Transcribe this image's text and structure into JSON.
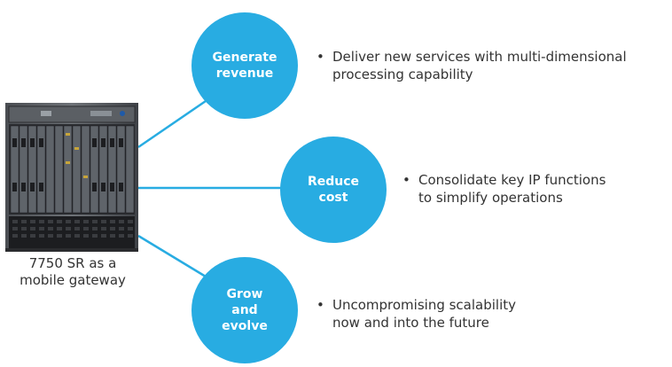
{
  "device": {
    "caption_line1": "7750 SR as a",
    "caption_line2": "mobile gateway"
  },
  "benefits": [
    {
      "title_line1": "Generate",
      "title_line2": "revenue",
      "title_line3": "",
      "bullet": "•",
      "text_line1": "Deliver new services with multi-dimensional",
      "text_line2": "processing capability"
    },
    {
      "title_line1": "Reduce",
      "title_line2": "cost",
      "title_line3": "",
      "bullet": "•",
      "text_line1": "Consolidate key IP functions",
      "text_line2": "to simplify operations"
    },
    {
      "title_line1": "Grow",
      "title_line2": "and",
      "title_line3": "evolve",
      "bullet": "•",
      "text_line1": "Uncompromising scalability",
      "text_line2": "now and into the future"
    }
  ],
  "colors": {
    "circle": "#28ace2",
    "connector": "#28ace2",
    "text": "#333333"
  }
}
